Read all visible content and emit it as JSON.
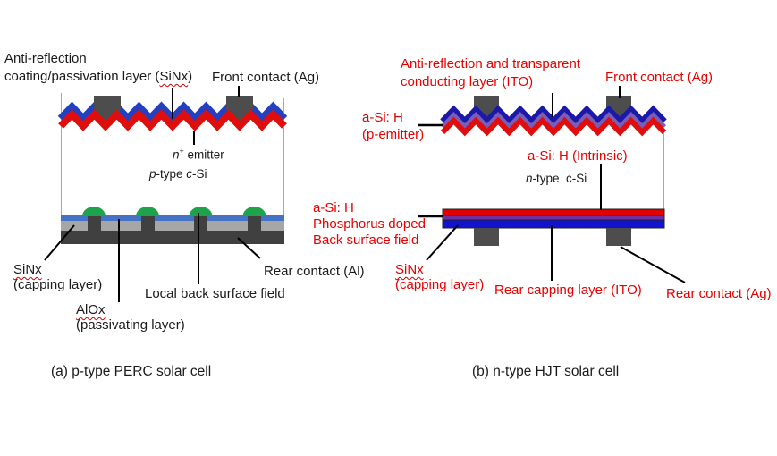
{
  "colors": {
    "left_blue": "#2240c0",
    "diagram_red": "#e00d0d",
    "contact_gray": "#4d4d4d",
    "rear_blue_thin": "#4472c4",
    "rear_light_gray": "#a6a6a6",
    "rear_dark_gray": "#404040",
    "green_bsf": "#1ea24c",
    "navy": "#1b1aa8",
    "zigzag_purple": "#7a5db8",
    "layer_red": "#e00000",
    "layer_purple": "#7030a0",
    "layer_blue": "#1313cf",
    "red_text": "#e60000"
  },
  "panel_a": {
    "caption": "(a) p-type PERC solar cell",
    "labels": {
      "arc_line1": "Anti-reflection",
      "arc_line2_prefix": "coating/passivation layer (",
      "arc_sinx": "SiNx",
      "arc_line2_suffix": ")",
      "front_contact": "Front contact (Ag)",
      "emitter_n": "n",
      "emitter_sup": "+",
      "emitter_rest": " emitter",
      "ptype_p": "p",
      "ptype_mid": "-type ",
      "ptype_c": "c",
      "ptype_end": "-Si",
      "sinx": "SiNx",
      "sinx_sub": "(capping layer)",
      "alox": "AlOx",
      "alox_sub": "(passivating layer)",
      "local_bsf": "Local back surface field",
      "rear_contact": "Rear contact (Al)"
    }
  },
  "panel_b": {
    "caption": "(b) n-type HJT solar cell",
    "labels": {
      "arc_line1": "Anti-reflection and transparent",
      "arc_line2": "conducting layer (ITO)",
      "front_contact": "Front contact (Ag)",
      "asih_p_line1": "a-Si: H",
      "asih_p_line2": "(p-emitter)",
      "intrinsic": "a-Si: H (Intrinsic)",
      "ntype_n": "n",
      "ntype_mid": "-type ",
      "ntype_c": "c",
      "ntype_end": "-Si",
      "bsf_line1": "a-Si: H",
      "bsf_line2": "Phosphorus doped",
      "bsf_line3": "Back surface field",
      "sinx": "SiNx",
      "sinx_sub": "(capping layer)",
      "rear_capping": "Rear capping layer (ITO)",
      "rear_contact": "Rear contact (Ag)"
    }
  }
}
